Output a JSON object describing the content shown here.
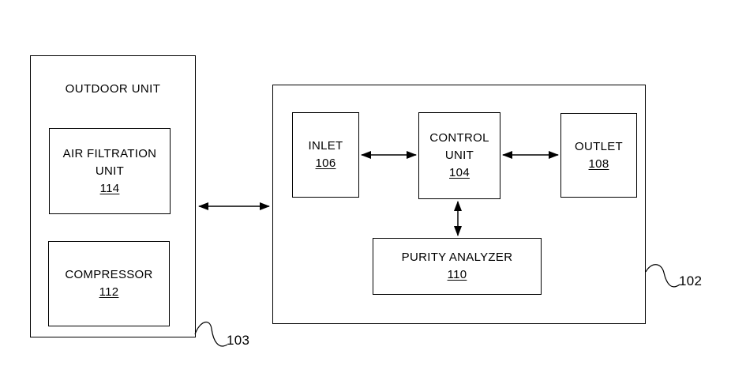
{
  "diagram": {
    "outdoor_unit": {
      "title": "OUTDOOR UNIT",
      "ref": "103"
    },
    "air_filtration_unit": {
      "label": "AIR FILTRATION UNIT",
      "num": "114"
    },
    "compressor": {
      "label": "COMPRESSOR",
      "num": "112"
    },
    "system_unit": {
      "ref": "102"
    },
    "inlet": {
      "label": "INLET",
      "num": "106"
    },
    "control_unit": {
      "label": "CONTROL UNIT",
      "num": "104"
    },
    "outlet": {
      "label": "OUTLET",
      "num": "108"
    },
    "purity_analyzer": {
      "label": "PURITY ANALYZER",
      "num": "110"
    },
    "colors": {
      "line": "#000000",
      "background": "#ffffff"
    }
  }
}
